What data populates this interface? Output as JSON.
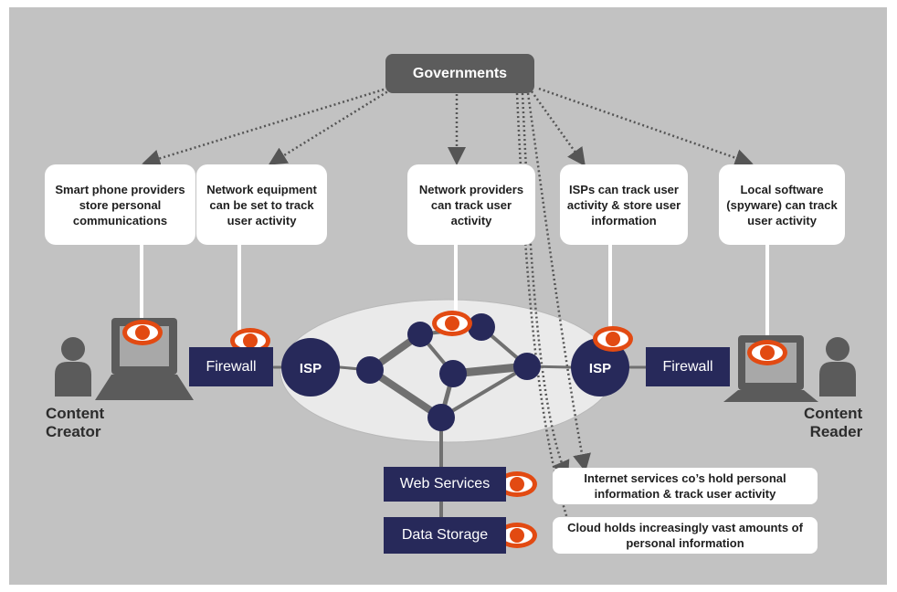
{
  "governments": "Governments",
  "callouts": {
    "smartphone": "Smart phone providers store personal communications",
    "network_equipment": "Network equipment can be set to track user activity",
    "network_providers": "Network providers can track user activity",
    "isps": "ISPs can track user activity & store user information",
    "local_software": "Local software (spyware) can track user activity"
  },
  "left": {
    "firewall": "Firewall",
    "isp": "ISP",
    "person_line1": "Content",
    "person_line2": "Creator"
  },
  "right": {
    "firewall": "Firewall",
    "isp": "ISP",
    "person_line1": "Content",
    "person_line2": "Reader"
  },
  "services": {
    "web_services": "Web Services",
    "data_storage": "Data Storage",
    "web_services_note": "Internet services  co’s hold personal information & track user activity",
    "data_storage_note": "Cloud holds increasingly vast amounts of personal information"
  },
  "colors": {
    "background": "#c2c2c2",
    "navy": "#27295a",
    "eye": "#e24a12",
    "government_box": "#5c5c5c"
  },
  "icons": [
    "eye-icon",
    "person-icon",
    "computer-icon",
    "network-node-icon"
  ]
}
